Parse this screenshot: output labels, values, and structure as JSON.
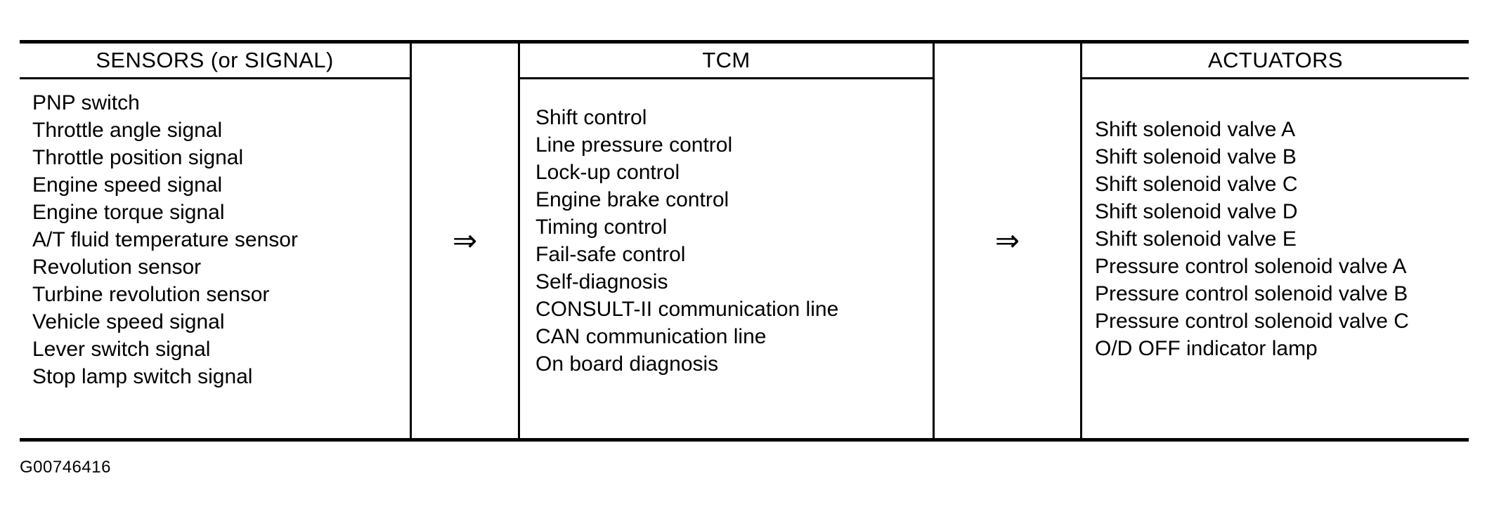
{
  "figure": {
    "caption": "G00746416",
    "flow_arrow": "⇒",
    "colors": {
      "ink": "#000000",
      "paper": "#ffffff"
    }
  },
  "columns": {
    "sensors": {
      "header": "SENSORS (or SIGNAL)",
      "items": [
        "PNP switch",
        "Throttle angle signal",
        "Throttle position signal",
        "Engine speed signal",
        "Engine torque signal",
        "A/T fluid temperature sensor",
        "Revolution sensor",
        "Turbine revolution sensor",
        "Vehicle speed signal",
        "Lever switch signal",
        "Stop lamp switch signal"
      ]
    },
    "tcm": {
      "header": "TCM",
      "items": [
        "Shift control",
        "Line pressure control",
        "Lock-up control",
        "Engine brake control",
        "Timing control",
        "Fail-safe control",
        "Self-diagnosis",
        "CONSULT-II communication line",
        "CAN communication line",
        "On board diagnosis"
      ]
    },
    "actuators": {
      "header": "ACTUATORS",
      "items": [
        "Shift solenoid valve A",
        "Shift solenoid valve B",
        "Shift solenoid valve C",
        "Shift solenoid valve D",
        "Shift solenoid valve E",
        "Pressure control solenoid valve A",
        "Pressure control solenoid valve B",
        "Pressure control solenoid valve C",
        "O/D OFF indicator lamp"
      ]
    }
  }
}
